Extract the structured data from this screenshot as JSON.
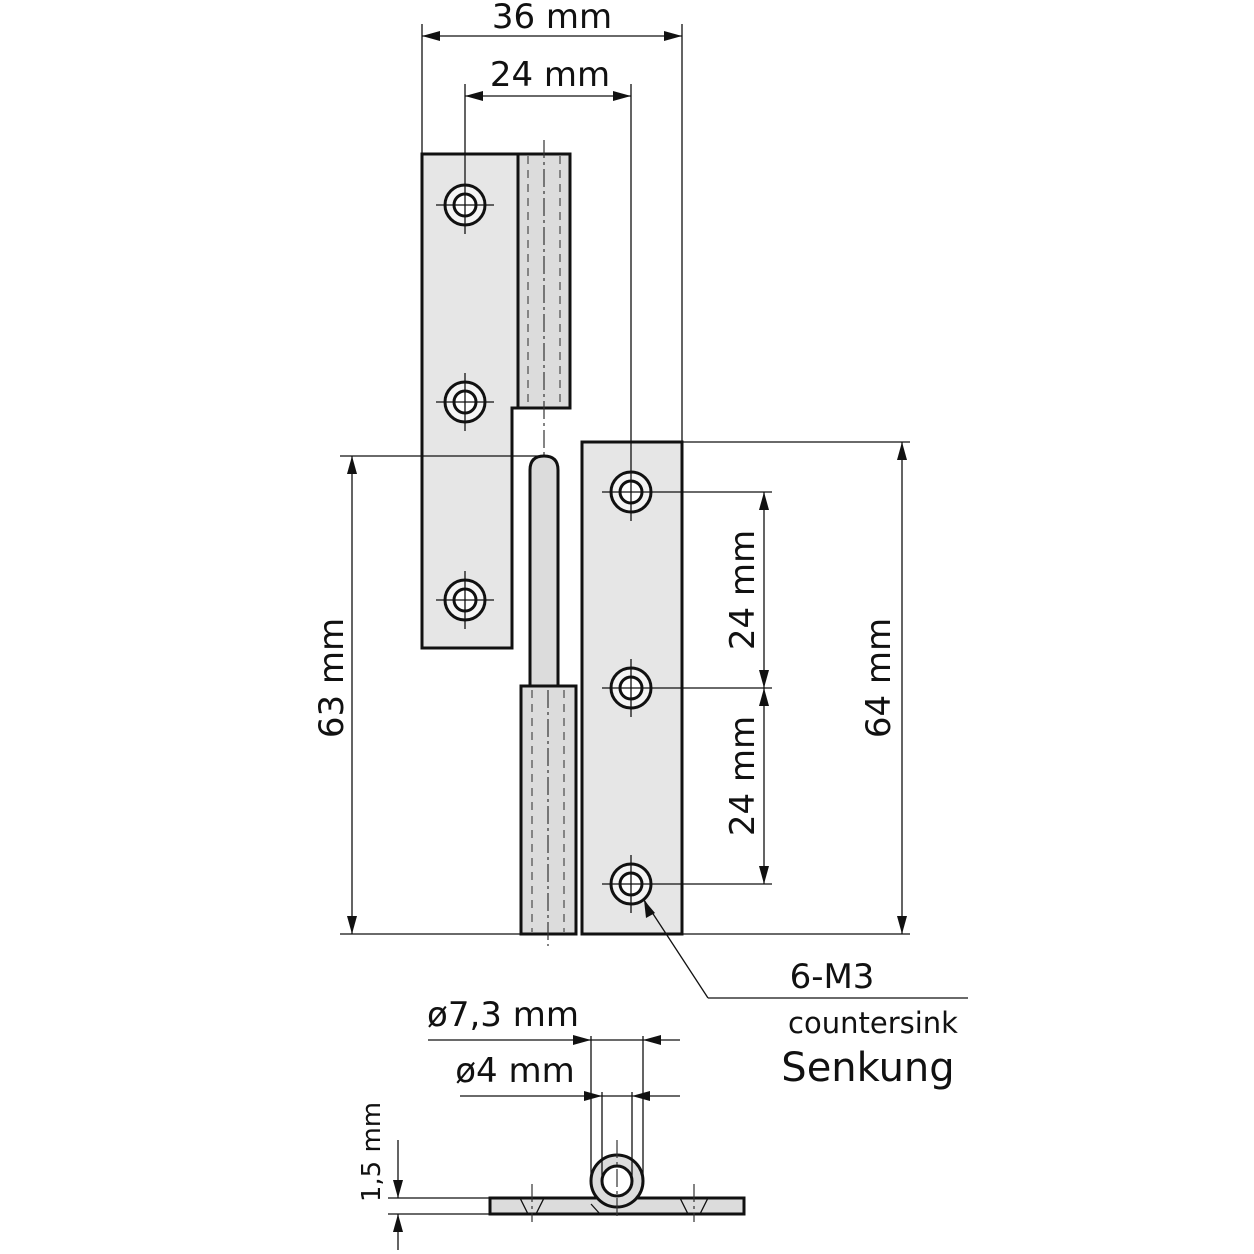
{
  "dimensions": {
    "total_width": "36 mm",
    "hole_offset_top": "24 mm",
    "left_leaf_height": "63 mm",
    "right_leaf_height": "64 mm",
    "hole_spacing_upper": "24 mm",
    "hole_spacing_lower": "24 mm",
    "barrel_outer_diameter": "ø7,3 mm",
    "pin_diameter": "ø4 mm",
    "leaf_thickness": "1,5 mm"
  },
  "callout": {
    "screw_spec": "6-M3",
    "note_en": "countersink",
    "note_de": "Senkung"
  }
}
